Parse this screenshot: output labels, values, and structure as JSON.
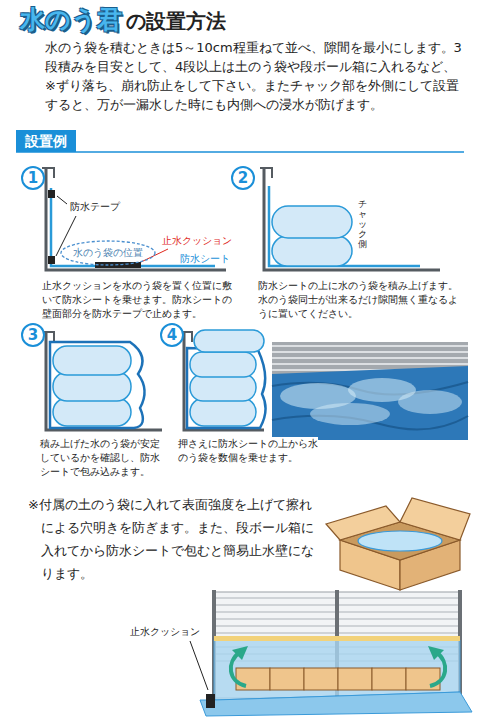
{
  "diagram": {
    "title": "水のう君",
    "nodes": [
      {
        "text": [
          "設置例"
        ]
      },
      {
        "text": [
          "1"
        ]
      },
      {
        "text": [
          "水のう袋の位置"
        ]
      },
      {
        "text": [
          "2"
        ]
      },
      {
        "text": [
          "3"
        ]
      },
      {
        "text": [
          "4"
        ]
      }
    ],
    "labels": [
      "の設置方法",
      "水のう袋を積むときは5～10cm程重ねて並べ、隙間を最小にします。3段積みを目安として、4段以上は土のう袋や段ボール箱に入れるなど、※ずり落ち、崩れ防止をして下さい。またチャック部を外側にして設置すると、万が一漏水した時にも内側への浸水が防げます。",
      "防水テープ",
      "止水クッション",
      "防水シート",
      "止水クッションを水のう袋を置く位置に敷いて防水シートを乗せます。防水シートの壁面部分を防水テープで止めます。",
      "チャック側",
      "防水シートの上に水のう袋を積み上げます。水のう袋同士が出来るだけ隙間無く重なるように置いてください。",
      "積み上げた水のう袋が安定しているかを確認し、防水シートで包み込みます。",
      "押さえに防水シートの上から水のう袋を数個を乗せます。",
      "※付属の土のう袋に入れて表面強度を上げて擦れによる穴明きを防ぎます。また、段ボール箱に入れてから防水シートで包むと簡易止水壁になります。",
      "止水クッション"
    ]
  }
}
